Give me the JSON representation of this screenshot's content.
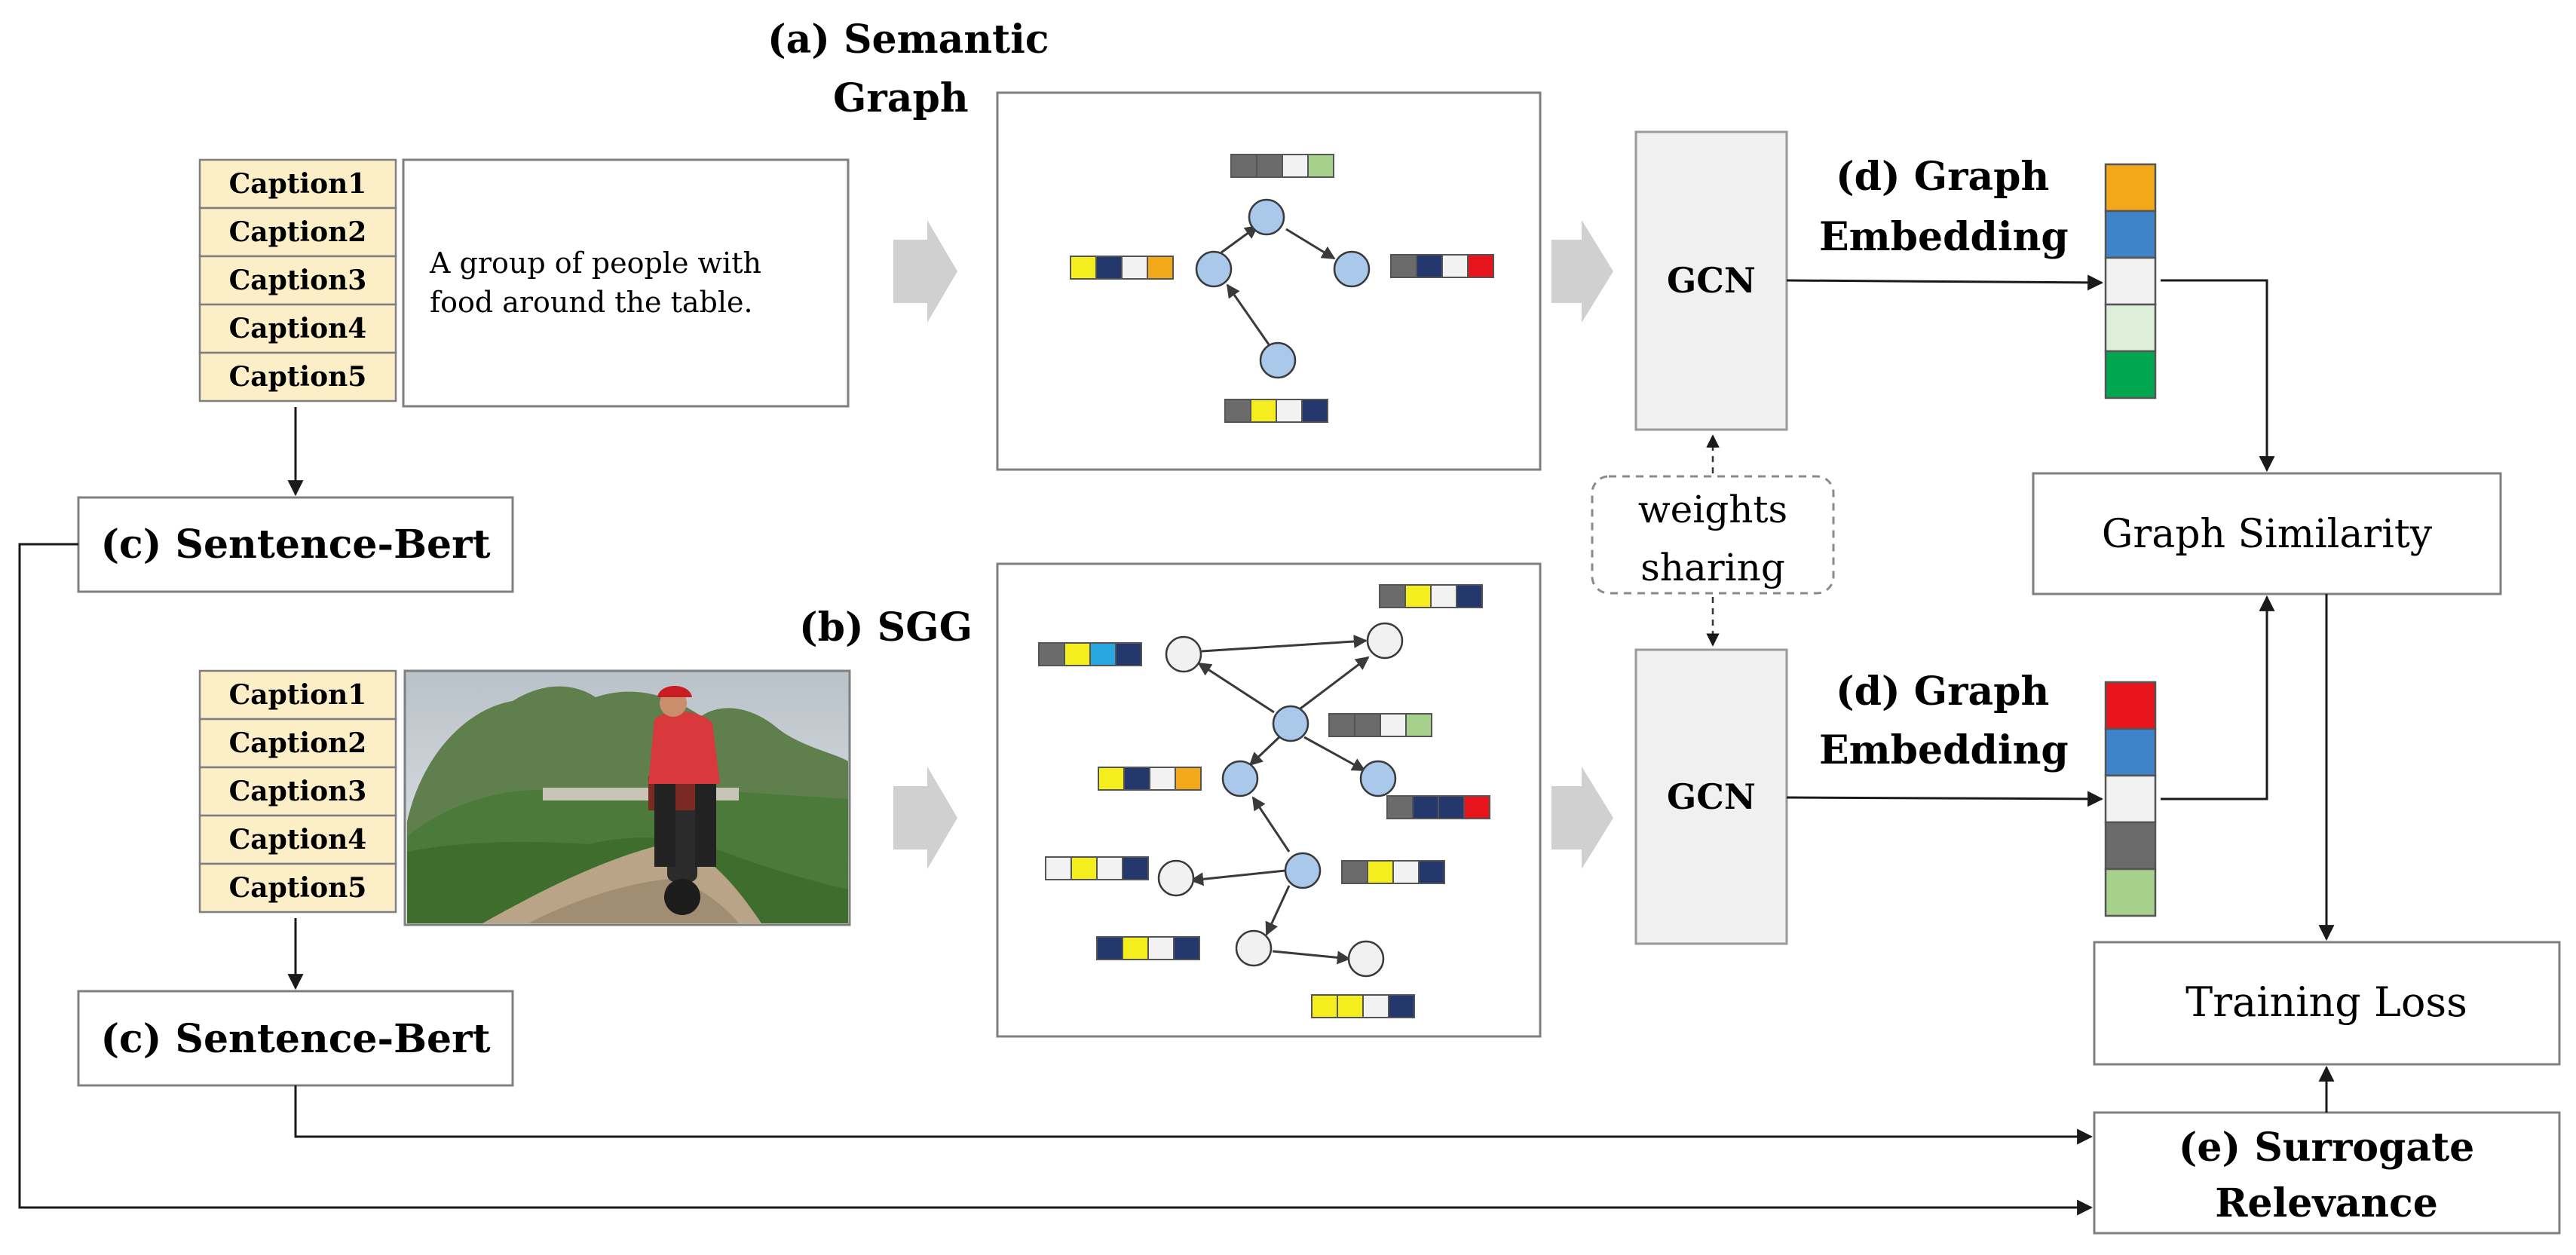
{
  "labels": {
    "semantic_graph_1": "(a) Semantic",
    "semantic_graph_2": "Graph",
    "sgg": "(b) SGG",
    "sentence_bert_top": "(c) Sentence-Bert",
    "sentence_bert_bottom": "(c) Sentence-Bert",
    "graph_embedding_top_1": "(d) Graph",
    "graph_embedding_top_2": "Embedding",
    "graph_embedding_bottom_1": "(d) Graph",
    "graph_embedding_bottom_2": "Embedding",
    "gcn_top": "GCN",
    "gcn_bottom": "GCN",
    "weights_sharing_1": "weights",
    "weights_sharing_2": "sharing",
    "graph_similarity": "Graph Similarity",
    "training_loss": "Training Loss",
    "surrogate_relevance_1": "(e) Surrogate",
    "surrogate_relevance_2": "Relevance"
  },
  "captions_top": [
    "Caption1",
    "Caption2",
    "Caption3",
    "Caption4",
    "Caption5"
  ],
  "captions_bottom": [
    "Caption1",
    "Caption2",
    "Caption3",
    "Caption4",
    "Caption5"
  ],
  "caption_text_1": "A group of people with",
  "caption_text_2": "food around the table.",
  "colors": {
    "yellow": "#f5ee1e",
    "navy": "#24386e",
    "white": "#f2f2f2",
    "orange": "#f1a91a",
    "red": "#e8141b",
    "gray": "#6b6b6b",
    "lightgreen": "#a7d08c",
    "cyan": "#27a6df",
    "blue": "#3f83c8",
    "palegreen": "#deefd9",
    "green": "#00a650",
    "node_blue": "#a9c8ea",
    "node_white": "#f1f1f1"
  },
  "embedding_top": [
    "orange",
    "blue",
    "white",
    "palegreen",
    "green"
  ],
  "embedding_bottom": [
    "red",
    "blue",
    "white",
    "gray",
    "lightgreen"
  ],
  "semantic_graph_vectors": [
    [
      "gray",
      "gray",
      "white",
      "lightgreen"
    ],
    [
      "yellow",
      "navy",
      "white",
      "orange"
    ],
    [
      "gray",
      "navy",
      "white",
      "red"
    ],
    [
      "gray",
      "yellow",
      "white",
      "navy"
    ]
  ],
  "sgg_vectors": [
    [
      "gray",
      "yellow",
      "white",
      "navy"
    ],
    [
      "gray",
      "yellow",
      "cyan",
      "navy"
    ],
    [
      "gray",
      "gray",
      "white",
      "lightgreen"
    ],
    [
      "yellow",
      "navy",
      "white",
      "orange"
    ],
    [
      "gray",
      "navy",
      "navy",
      "red"
    ],
    [
      "white",
      "yellow",
      "white",
      "navy"
    ],
    [
      "gray",
      "yellow",
      "white",
      "navy"
    ],
    [
      "navy",
      "yellow",
      "white",
      "navy"
    ],
    [
      "yellow",
      "yellow",
      "white",
      "navy"
    ]
  ]
}
